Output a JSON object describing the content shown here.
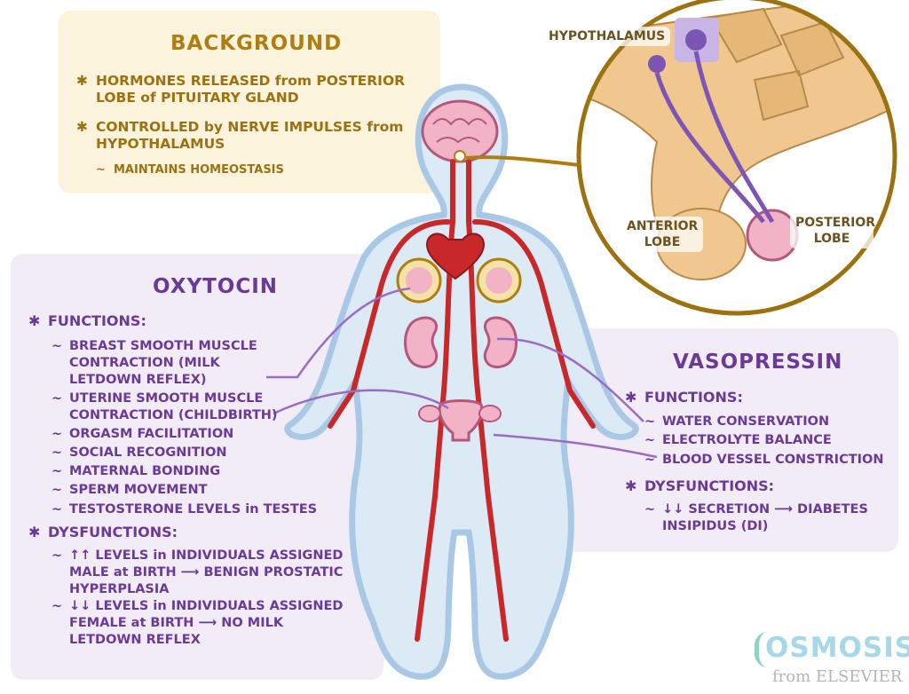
{
  "background": {
    "title": "BACKGROUND",
    "bullets": [
      "HORMONES RELEASED from POSTERIOR LOBE of PITUITARY GLAND",
      "CONTROLLED by NERVE IMPULSES from HYPOTHALAMUS"
    ],
    "sub": "MAINTAINS HOMEOSTASIS"
  },
  "oxytocin": {
    "title": "OXYTOCIN",
    "functions_heading": "FUNCTIONS:",
    "functions": [
      "BREAST SMOOTH MUSCLE CONTRACTION (MILK LETDOWN REFLEX)",
      "UTERINE SMOOTH MUSCLE CONTRACTION (CHILDBIRTH)",
      "ORGASM FACILITATION",
      "SOCIAL RECOGNITION",
      "MATERNAL BONDING",
      "SPERM MOVEMENT",
      "TESTOSTERONE LEVELS in TESTES"
    ],
    "dysfunctions_heading": "DYSFUNCTIONS:",
    "dysfunctions": [
      "↑↑ LEVELS in INDIVIDUALS ASSIGNED MALE at BIRTH ⟶ BENIGN PROSTATIC HYPERPLASIA",
      "↓↓ LEVELS in INDIVIDUALS ASSIGNED FEMALE at BIRTH ⟶ NO MILK LETDOWN REFLEX"
    ]
  },
  "vasopressin": {
    "title": "VASOPRESSIN",
    "functions_heading": "FUNCTIONS:",
    "functions": [
      "WATER CONSERVATION",
      "ELECTROLYTE BALANCE",
      "BLOOD VESSEL CONSTRICTION"
    ],
    "dysfunctions_heading": "DYSFUNCTIONS:",
    "dysfunctions": [
      "↓↓ SECRETION ⟶ DIABETES INSIPIDUS (DI)"
    ]
  },
  "pituitary": {
    "hypothalamus_label": "HYPOTHALAMUS",
    "anterior_label": "ANTERIOR LOBE",
    "posterior_label": "POSTERIOR LOBE"
  },
  "logo": {
    "name": "OSMOSIS",
    "from": "from ELSEVIER"
  },
  "colors": {
    "purple": "#6b3a98",
    "gold": "#b07d10",
    "body_fill": "#dceaf6",
    "vessel_red": "#c8282a"
  }
}
